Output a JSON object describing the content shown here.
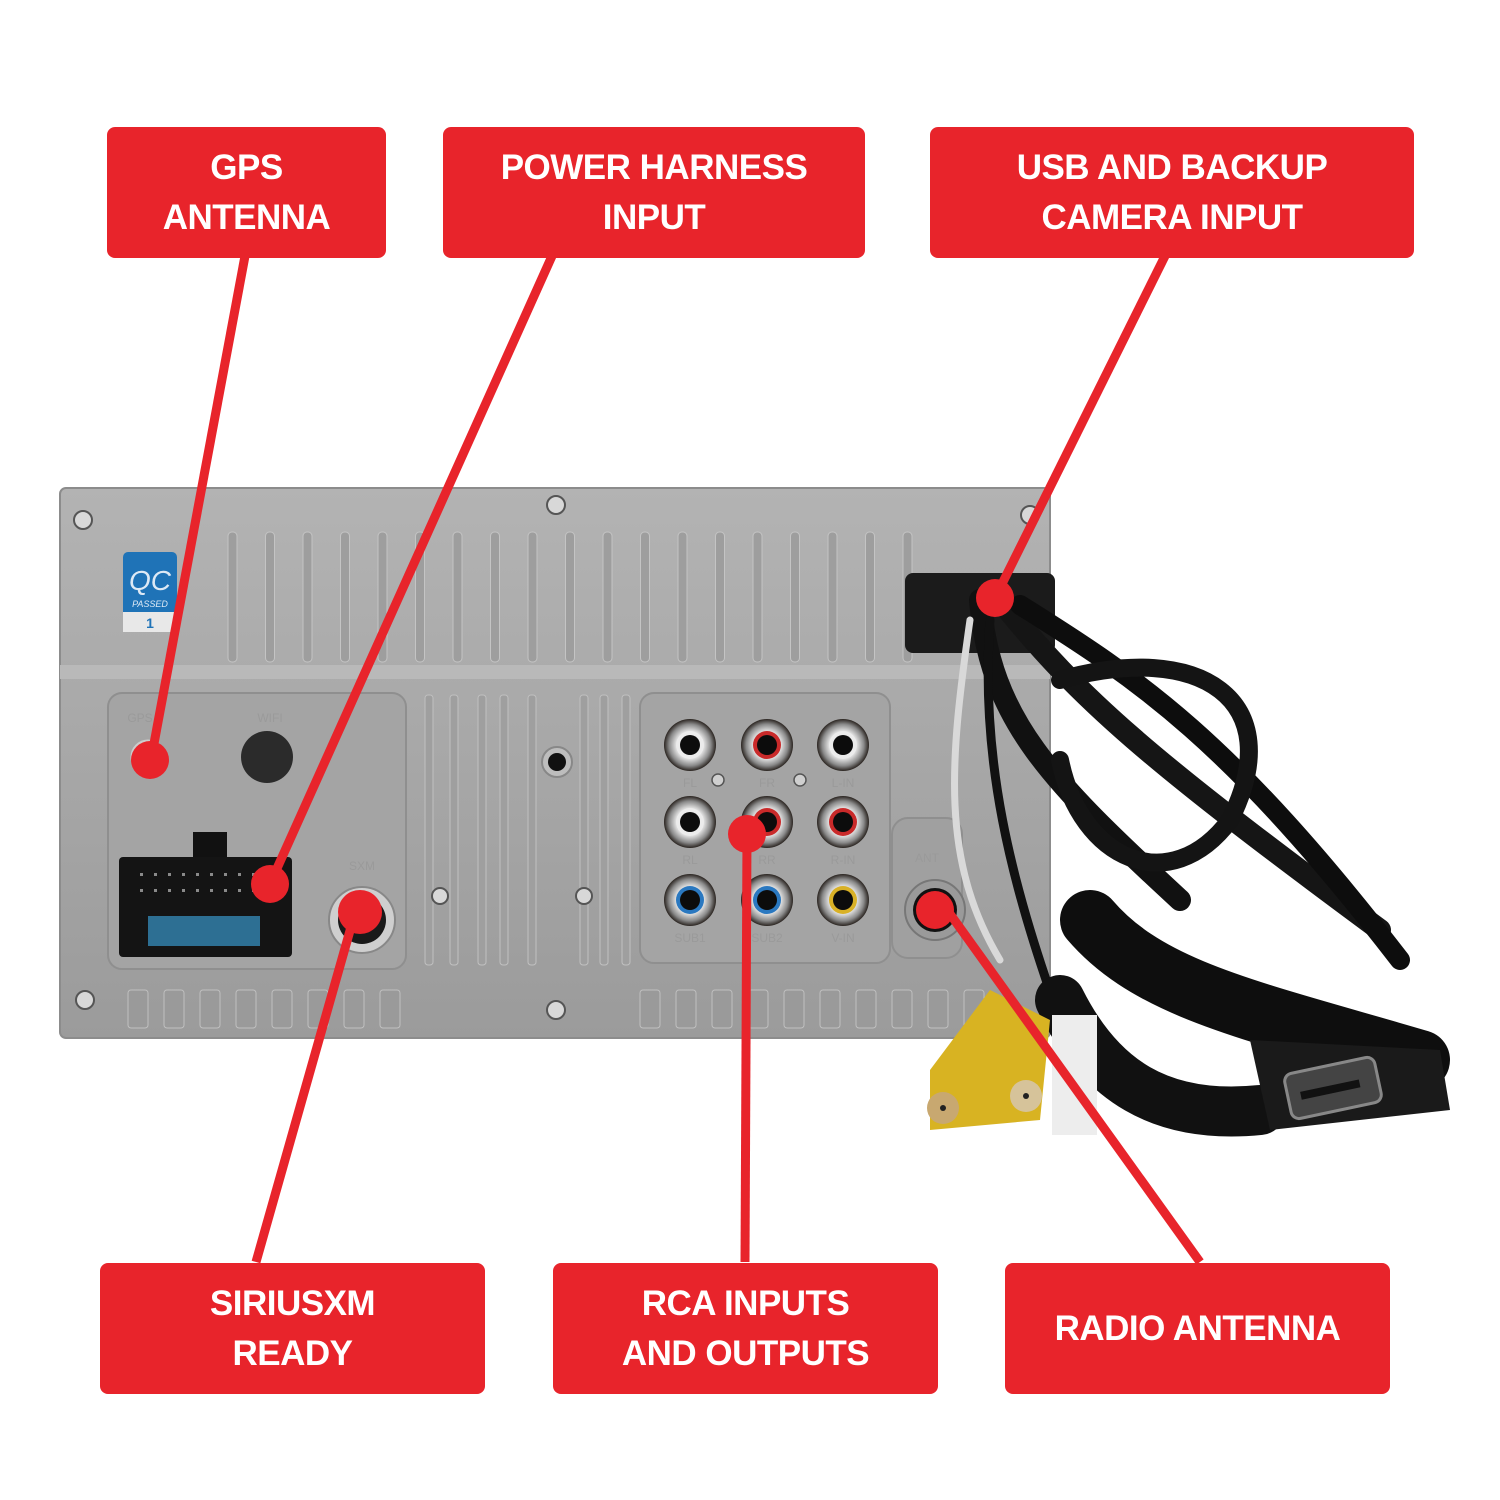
{
  "callouts": {
    "gps": {
      "line1": "GPS",
      "line2": "ANTENNA"
    },
    "power": {
      "line1": "POWER HARNESS",
      "line2": "INPUT"
    },
    "usb": {
      "line1": "USB AND BACKUP",
      "line2": "CAMERA INPUT"
    },
    "sirius": {
      "line1": "SIRIUSXM",
      "line2": "READY"
    },
    "rca": {
      "line1": "RCA INPUTS",
      "line2": "AND OUTPUTS"
    },
    "radio": {
      "line1": "RADIO ANTENNA"
    }
  },
  "device": {
    "qc_label": {
      "title": "QC",
      "status": "PASSED",
      "number": "1"
    },
    "port_labels": {
      "gps": "GPS",
      "wifi": "WIFI",
      "sxm": "SXM",
      "ant": "ANT",
      "rca": [
        "FL",
        "FR",
        "L-IN",
        "RL",
        "RR",
        "R-IN",
        "SUB1",
        "SUB2",
        "V-IN"
      ]
    }
  },
  "colors": {
    "callout_red": "#e8242b",
    "chassis": "#a7a7a7",
    "qc_blue": "#1f73b7"
  }
}
